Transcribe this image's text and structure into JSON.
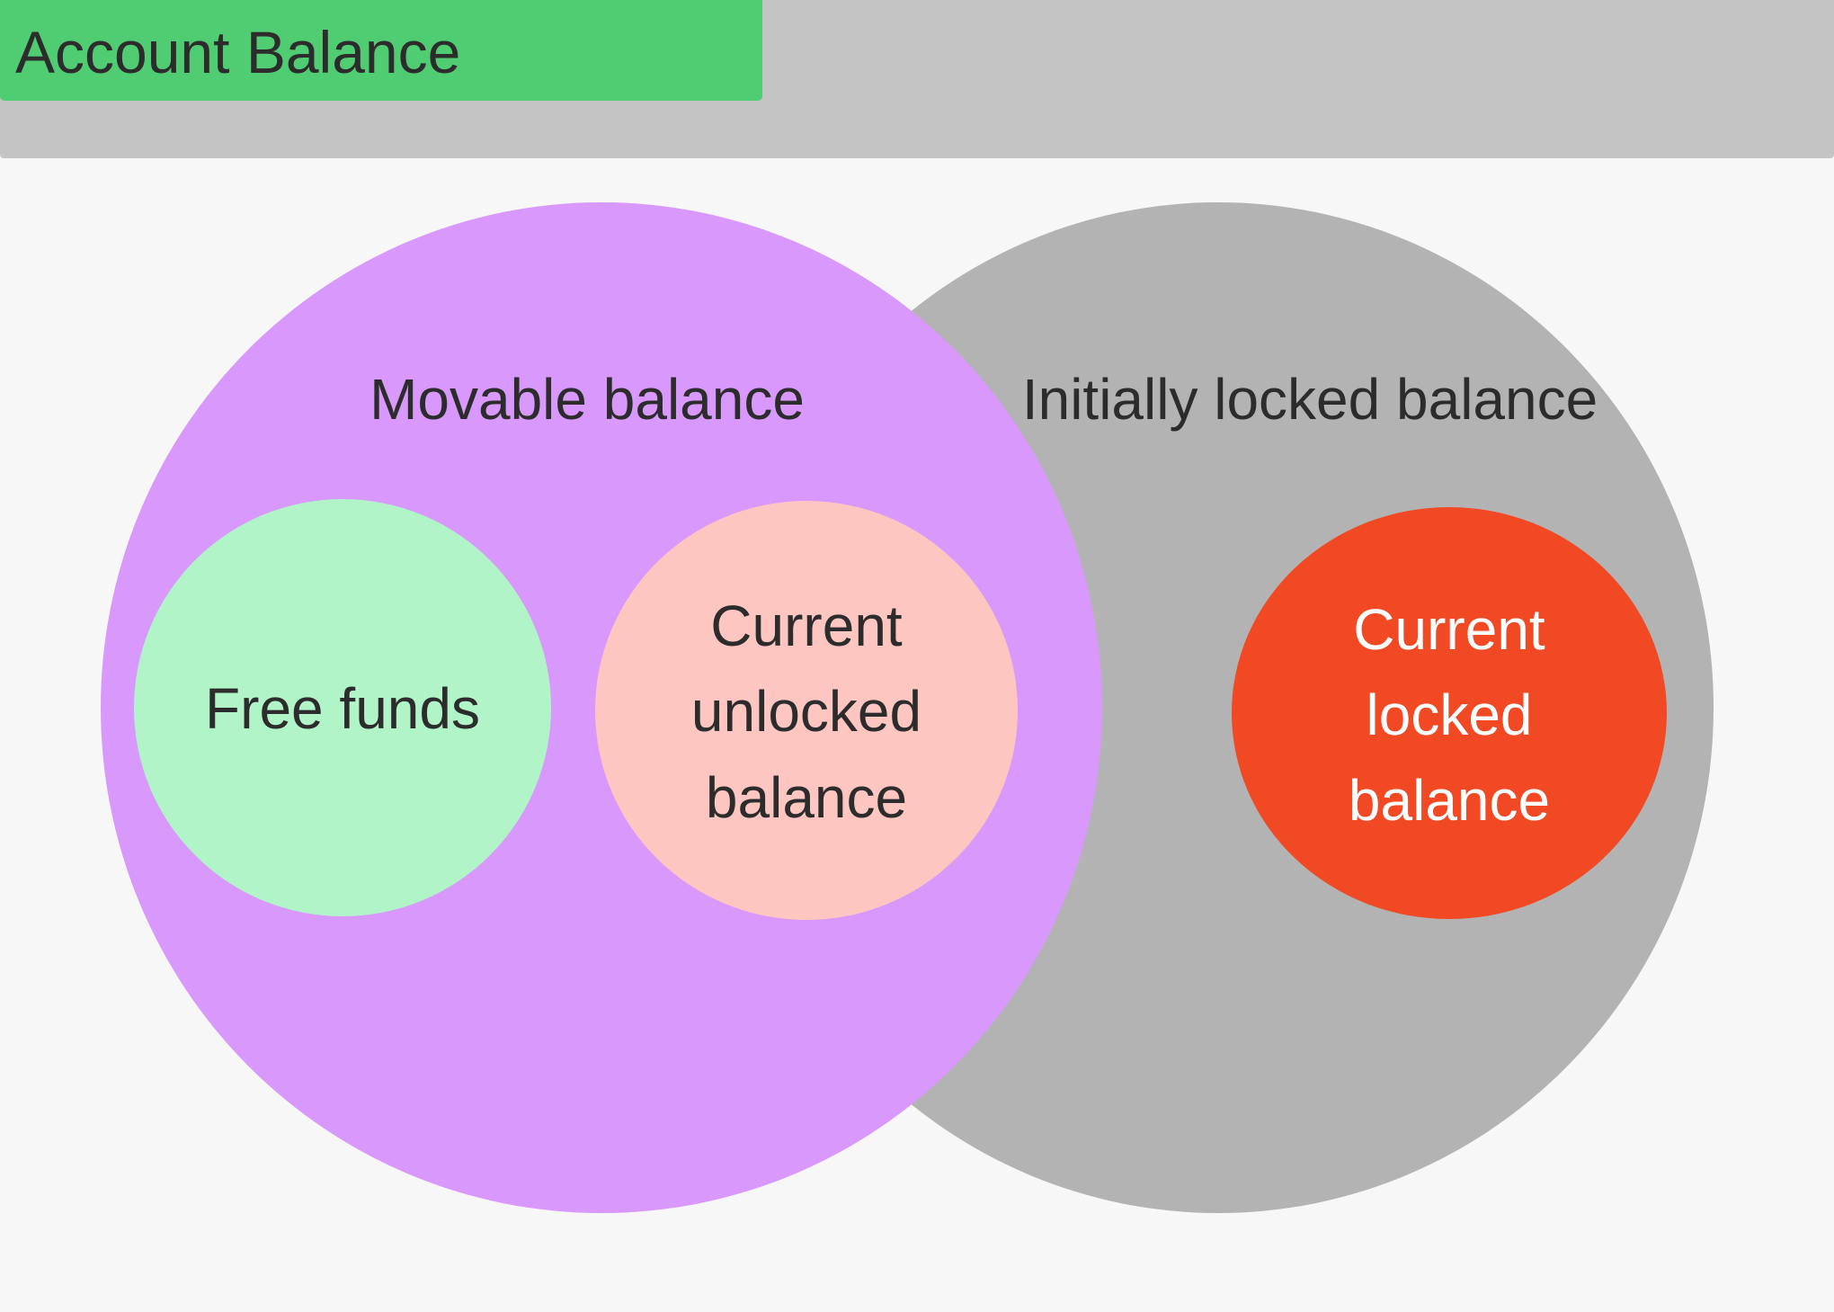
{
  "header": {
    "title": "Account Balance"
  },
  "diagram": {
    "movable": {
      "label": "Movable balance",
      "color": "#d898fc"
    },
    "initially_locked": {
      "label": "Initially locked balance",
      "color": "#b3b3b3"
    },
    "free_funds": {
      "label": "Free funds",
      "color": "#b0f4c8"
    },
    "current_unlocked": {
      "lines": [
        "Current",
        "unlocked",
        "balance"
      ],
      "color": "#fec6c1"
    },
    "current_locked": {
      "lines": [
        "Current",
        "locked",
        "balance"
      ],
      "color": "#f04923"
    }
  },
  "colors": {
    "background": "#f7f7f7",
    "header": "#c4c4c4",
    "title_badge": "#50cc72",
    "text_dark": "#2c2c2c",
    "text_light": "#ffffff"
  }
}
